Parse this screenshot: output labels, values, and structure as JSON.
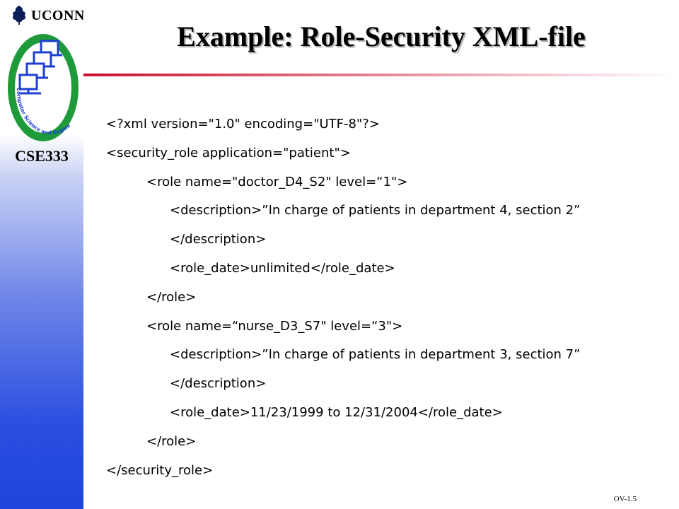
{
  "header": {
    "brand": "UCONN",
    "seal_text": "Computer Science and Engineering",
    "course": "CSE333"
  },
  "slide": {
    "title": "Example: Role-Security XML-file",
    "lines": [
      {
        "indent": 0,
        "text": "<?xml version=\"1.0\" encoding=\"UTF-8\"?>"
      },
      {
        "indent": 0,
        "text": "<security_role application=\"patient\">"
      },
      {
        "indent": 1,
        "text": "<role name=\"doctor_D4_S2\" level=“1\">"
      },
      {
        "indent": 2,
        "text": "<description>”In charge of patients in department 4, section 2”"
      },
      {
        "indent": 2,
        "text": "</description>"
      },
      {
        "indent": 2,
        "text": "<role_date>unlimited</role_date>"
      },
      {
        "indent": 1,
        "text": "</role>"
      },
      {
        "indent": 1,
        "text": "<role name=“nurse_D3_S7\" level=“3\">"
      },
      {
        "indent": 2,
        "text": "<description>”In charge of patients in department 3, section 7”"
      },
      {
        "indent": 2,
        "text": "</description>"
      },
      {
        "indent": 2,
        "text": "<role_date>11/23/1999 to 12/31/2004</role_date>"
      },
      {
        "indent": 1,
        "text": "</role>"
      },
      {
        "indent": 0,
        "text": "</security_role>"
      }
    ]
  },
  "footer": {
    "slide_number": "OV-1.5"
  },
  "colors": {
    "rule_start": "#c8102e",
    "rule_end": "#ffffff",
    "sidebar_bottom": "#1e44dc",
    "seal_green": "#1f9a3a",
    "seal_blue": "#1d3fd0"
  }
}
